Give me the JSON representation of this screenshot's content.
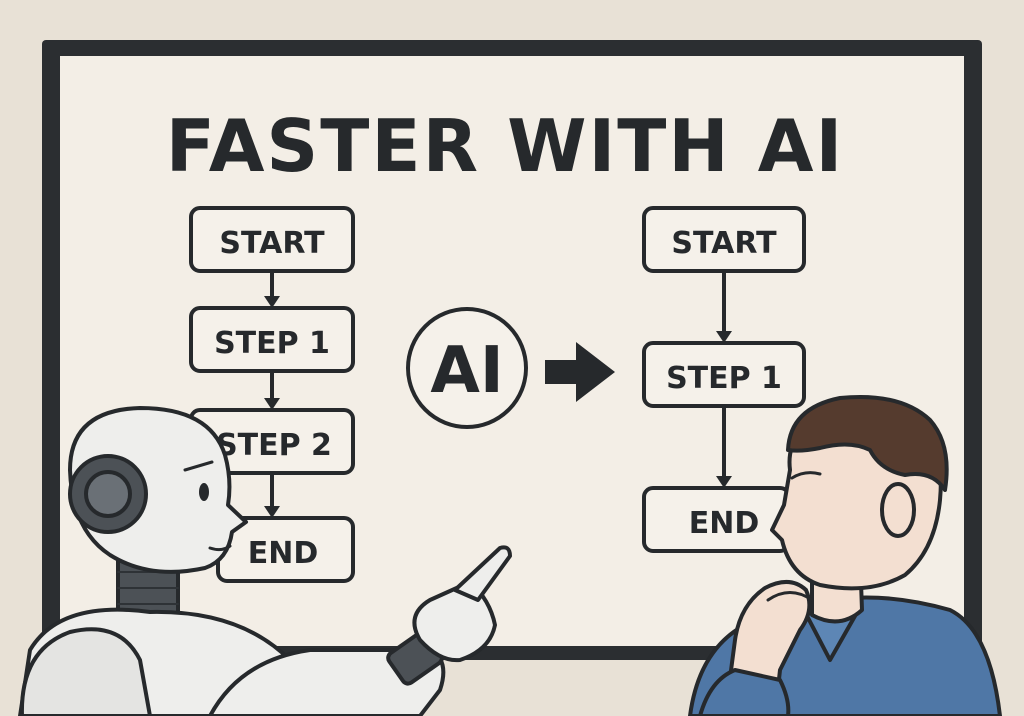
{
  "board": {
    "title": "FASTER WITH AI"
  },
  "left_flow": {
    "steps": [
      "START",
      "STEP 1",
      "STEP 2",
      "END"
    ]
  },
  "center": {
    "ai_label": "AI"
  },
  "right_flow": {
    "steps": [
      "START",
      "STEP 1",
      "END"
    ]
  },
  "colors": {
    "background": "#e8e1d6",
    "board": "#f3eee6",
    "frame": "#2b2e31",
    "ink": "#26292c",
    "robot_body": "#eeeeec",
    "robot_dark": "#4c5156",
    "shirt": "#4f77a6",
    "hair": "#553b2e",
    "skin": "#f3dfd1"
  }
}
